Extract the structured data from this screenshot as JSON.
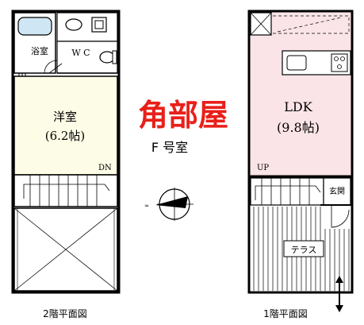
{
  "title": "角部屋",
  "unit": "F 号室",
  "colors": {
    "accent_red": "#e8201a",
    "western_room_fill": "#fdfce6",
    "ldk_fill": "#fbe4e8"
  },
  "floor2": {
    "caption": "2階平面図",
    "bath_label": "浴室",
    "wc_label": "W C",
    "room_name": "洋室",
    "room_size": "(6.2帖)",
    "stair_label": "DN"
  },
  "floor1": {
    "caption": "1階平面図",
    "room_name": "LDK",
    "room_size": "(9.8帖)",
    "stair_label": "UP",
    "entrance_label": "玄関",
    "terrace_label": "テラス"
  },
  "icons": [
    "north-arrow-icon",
    "entrance-arrow-icon"
  ]
}
